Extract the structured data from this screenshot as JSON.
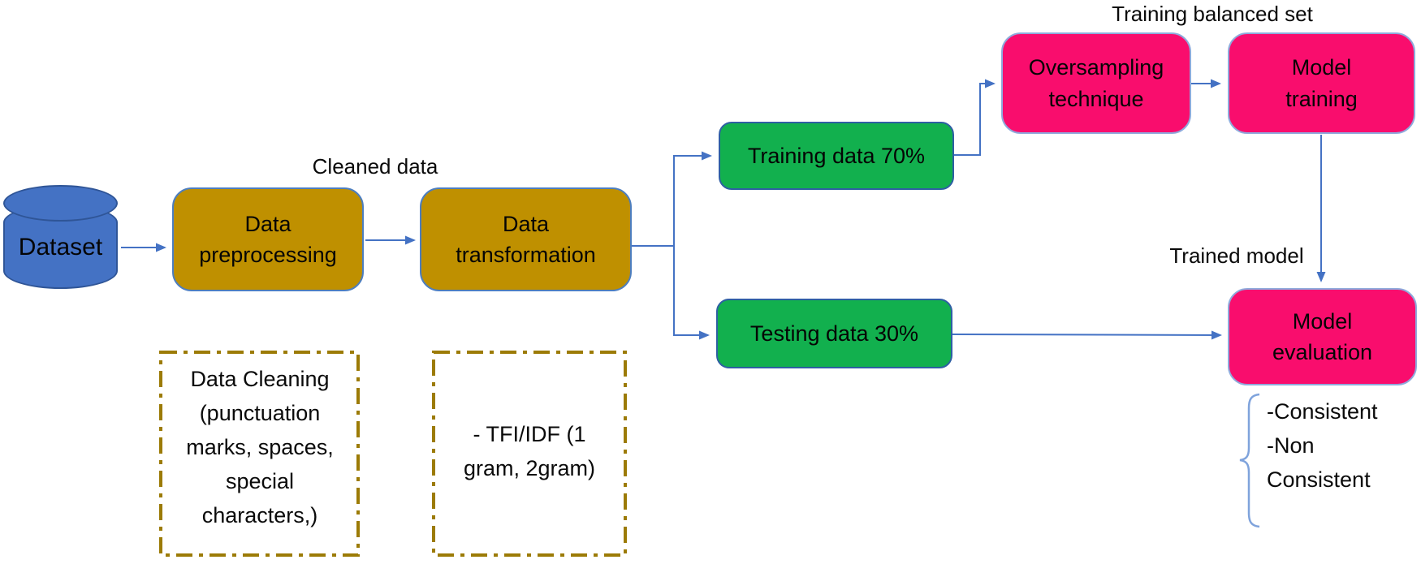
{
  "nodes": {
    "dataset": "Dataset",
    "preprocessing": "Data\npreprocessing",
    "transformation": "Data\ntransformation",
    "training_data": "Training data 70%",
    "testing_data": "Testing data 30%",
    "oversampling": "Oversampling\ntechnique",
    "model_training": "Model\ntraining",
    "model_evaluation": "Model\nevaluation"
  },
  "labels": {
    "cleaned_data": "Cleaned data",
    "training_balanced_set": "Training balanced set",
    "trained_model": "Trained model",
    "evaluation_outputs": "-Consistent\n-Non\nConsistent"
  },
  "notes": {
    "data_cleaning": "Data Cleaning\n(punctuation\nmarks, spaces,\nspecial\ncharacters,)",
    "tfidf": "- TFI/IDF (1\ngram, 2gram)"
  },
  "colors": {
    "dataset_fill": "#4472C4",
    "process_fill": "#BF9000",
    "split_fill": "#12B04E",
    "model_fill": "#F90D6D",
    "arrow": "#4472C4",
    "note_border": "#9C7B06",
    "brace": "#7FA3DC"
  }
}
